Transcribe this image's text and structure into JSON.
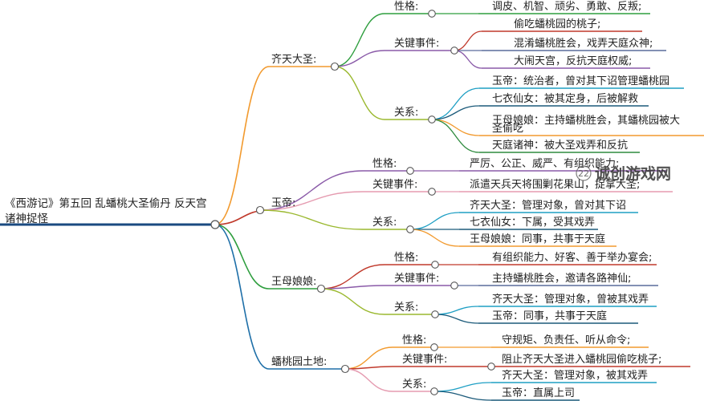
{
  "root": {
    "line1": "《西游记》第五回 乱蟠桃大圣偷丹 反天宫",
    "line2": "诸神捉怪"
  },
  "branches": [
    {
      "label": "齐天大圣:",
      "color": "#f29a2e",
      "subs": [
        {
          "label": "性格:",
          "color": "#2e9e3e",
          "leaves": [
            {
              "text": "调皮、机智、顽劣、勇敢、反叛;",
              "color": "#2e9e3e"
            }
          ]
        },
        {
          "label": "关键事件:",
          "color": "#8a5aa8",
          "leaves": [
            {
              "text": "偷吃蟠桃园的桃子;",
              "color": "#c0392b"
            },
            {
              "text": "混淆蟠桃胜会，戏弄天庭众神;",
              "color": "#5a6b9c"
            },
            {
              "text": "大闹天宫，反抗天庭权威;",
              "color": "#8a5aa8"
            }
          ]
        },
        {
          "label": "关系:",
          "color": "#9ab82e",
          "leaves": [
            {
              "text": "玉帝：统治者，曾对其下诏管理蟠桃园",
              "color": "#1e9fc4"
            },
            {
              "text": "七衣仙女：被其定身，后被解救",
              "color": "#1b5a7a"
            },
            {
              "text": "王母娘娘：主持蟠桃胜会，其蟠桃园被大",
              "text2": "圣偷吃",
              "color": "#f29a2e"
            },
            {
              "text": "天庭诸神：被大圣戏弄和反抗",
              "color": "#2e8b3e"
            }
          ]
        }
      ]
    },
    {
      "label": "玉帝:",
      "color": "#c0392b",
      "subs": [
        {
          "label": "性格:",
          "color": "#8a5aa8",
          "leaves": [
            {
              "text": "严厉、公正、威严、有组织能力;",
              "color": "#8a5aa8"
            }
          ]
        },
        {
          "label": "关键事件:",
          "color": "#e59bb0",
          "leaves": [
            {
              "text": "派遣天兵天将围剿花果山，捉拿大圣;",
              "color": "#e59bb0"
            }
          ]
        },
        {
          "label": "关系:",
          "color": "#9ab82e",
          "leaves": [
            {
              "text": "齐天大圣：管理对象，曾对其下诏",
              "color": "#1e9fc4"
            },
            {
              "text": "七衣仙女：下属，受其戏弄",
              "color": "#1b5a7a"
            },
            {
              "text": "王母娘娘：同事，共事于天庭",
              "color": "#f29a2e"
            }
          ]
        }
      ]
    },
    {
      "label": "王母娘娘:",
      "color": "#2e9e3e",
      "subs": [
        {
          "label": "性格:",
          "color": "#c0392b",
          "leaves": [
            {
              "text": "有组织能力、好客、善于举办宴会;",
              "color": "#c0392b"
            }
          ]
        },
        {
          "label": "关键事件:",
          "color": "#8a5aa8",
          "leaves": [
            {
              "text": "主持蟠桃胜会，邀请各路神仙;",
              "color": "#5a6b9c"
            }
          ]
        },
        {
          "label": "关系:",
          "color": "#9ab82e",
          "leaves": [
            {
              "text": "齐天大圣：管理对象，曾被其戏弄",
              "color": "#1e9fc4"
            },
            {
              "text": "玉帝：同事，共事于天庭",
              "color": "#1b5a7a"
            }
          ]
        }
      ]
    },
    {
      "label": "蟠桃园土地:",
      "color": "#1e6fa8",
      "subs": [
        {
          "label": "性格:",
          "color": "#f29a2e",
          "leaves": [
            {
              "text": "守规矩、负责任、听从命令;",
              "color": "#f29a2e"
            }
          ]
        },
        {
          "label": "关键事件:",
          "color": "#c0392b",
          "leaves": [
            {
              "text": "阻止齐天大圣进入蟠桃园偷吃桃子;",
              "color": "#c0392b"
            }
          ]
        },
        {
          "label": "关系:",
          "color": "#e59bb0",
          "leaves": [
            {
              "text": "齐天大圣：管理对象，被其戏弄",
              "color": "#1e9fc4"
            },
            {
              "text": "玉帝：直属上司",
              "color": "#1b5a7a"
            }
          ]
        }
      ]
    }
  ],
  "watermark": {
    "brand": "诚创游戏网",
    "badge": "22"
  }
}
